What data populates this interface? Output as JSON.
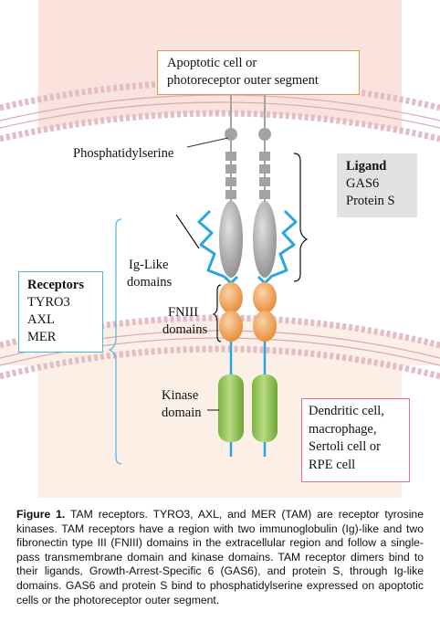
{
  "labels": {
    "apoptotic_line1": "Apoptotic cell or",
    "apoptotic_line2": "photoreceptor outer segment",
    "phosphatidylserine": "Phosphatidylserine",
    "ligand_title": "Ligand",
    "ligand_item1": "GAS6",
    "ligand_item2": "Protein S",
    "iglike_line1": "Ig-Like",
    "iglike_line2": "domains",
    "fniii_line1": "FNIII",
    "fniii_line2": "domains",
    "receptors_title": "Receptors",
    "receptor_1": "TYRO3",
    "receptor_2": "AXL",
    "receptor_3": "MER",
    "kinase_line1": "Kinase",
    "kinase_line2": "domain",
    "cell_line1": "Dendritic cell,",
    "cell_line2": "macrophage,",
    "cell_line3": "Sertoli cell or",
    "cell_line4": "RPE cell"
  },
  "caption": {
    "figure_label": "Figure 1.",
    "text": " TAM receptors. TYRO3, AXL, and MER (TAM) are receptor tyrosine kinases. TAM receptors have a region with two immunoglobulin (Ig)-like and two fibronectin type III (FNIII) domains in the extracellular region and follow a single-pass transmembrane domain and kinase domains. TAM receptor dimers bind to their ligands, Growth-Arrest-Specific 6 (GAS6), and protein S, through Ig-like domains. GAS6 and protein S bind to phosphatidylserine expressed on apoptotic cells or the photoreceptor outer segment."
  },
  "colors": {
    "top_cell_bg": "#f9e3dc",
    "bottom_cell_bg": "#fcefe6",
    "membrane_head": "#e3bcc6",
    "ligand_gray": "#a3a3a3",
    "ig_blue": "#29a6de",
    "fniii_orange": "#f2a258",
    "kinase_green": "#8cc154",
    "receptors_box_border": "#4fb2e0",
    "cell_box_border": "#e66ea2",
    "apoptotic_box_border": "#e8964f",
    "ligand_box_bg": "#e2e2e2"
  }
}
